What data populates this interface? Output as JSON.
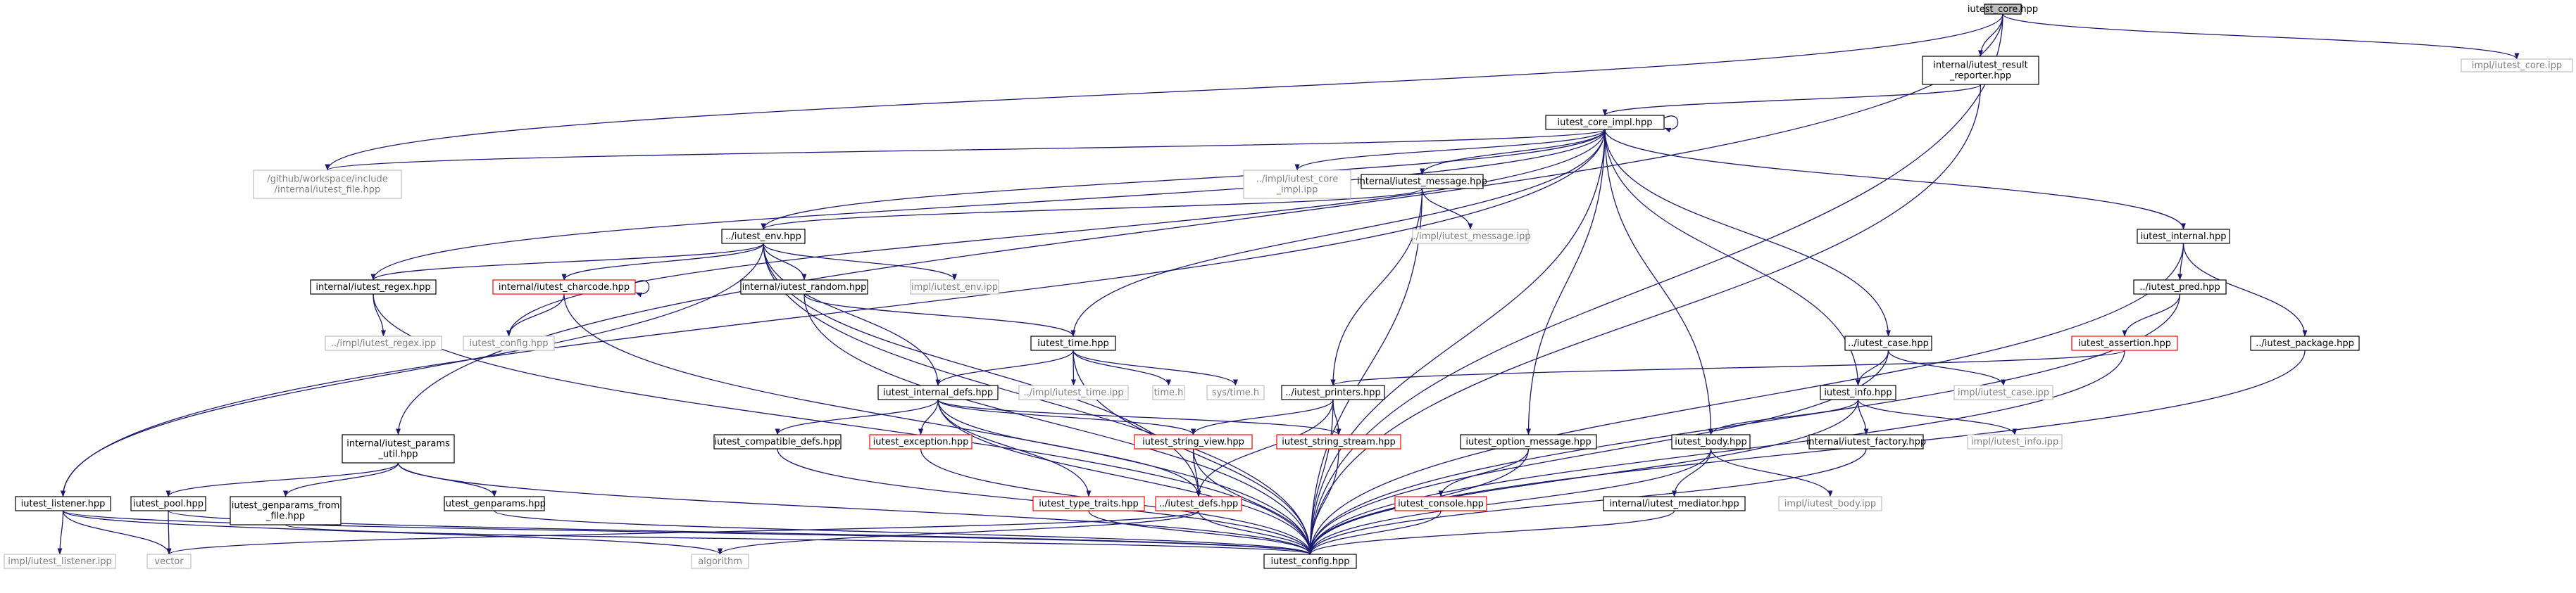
{
  "colors": {
    "edge": "#191970",
    "node_border": "#000000",
    "missing_border": "#bfbfbf",
    "missing_text": "#7f7f7f",
    "truncated_border": "#ff0000",
    "root_fill": "#bfbfbf",
    "node_fill": "#ffffff"
  },
  "nodes": [
    {
      "id": "n_root",
      "lines": [
        "iutest_core.hpp"
      ],
      "kind": "root"
    },
    {
      "id": "n_result_reporter",
      "lines": [
        "internal/iutest_result",
        "_reporter.hpp"
      ],
      "kind": "normal"
    },
    {
      "id": "n_core_ipp",
      "lines": [
        "impl/iutest_core.ipp"
      ],
      "kind": "missing"
    },
    {
      "id": "n_core_impl",
      "lines": [
        "iutest_core_impl.hpp"
      ],
      "kind": "normal"
    },
    {
      "id": "n_gh_file",
      "lines": [
        "/github/workspace/include",
        "/internal/iutest_file.hpp"
      ],
      "kind": "missing"
    },
    {
      "id": "n_core_impl_ipp",
      "lines": [
        "../impl/iutest_core",
        "_impl.ipp"
      ],
      "kind": "missing"
    },
    {
      "id": "n_message",
      "lines": [
        "internal/iutest_message.hpp"
      ],
      "kind": "normal"
    },
    {
      "id": "n_message_ipp",
      "lines": [
        "../impl/iutest_message.ipp"
      ],
      "kind": "missing"
    },
    {
      "id": "n_env",
      "lines": [
        "../iutest_env.hpp"
      ],
      "kind": "normal"
    },
    {
      "id": "n_regex",
      "lines": [
        "internal/iutest_regex.hpp"
      ],
      "kind": "normal"
    },
    {
      "id": "n_charcode",
      "lines": [
        "internal/iutest_charcode.hpp"
      ],
      "kind": "truncated"
    },
    {
      "id": "n_random",
      "lines": [
        "internal/iutest_random.hpp"
      ],
      "kind": "normal"
    },
    {
      "id": "n_env_ipp",
      "lines": [
        "impl/iutest_env.ipp"
      ],
      "kind": "missing"
    },
    {
      "id": "n_regex_ipp",
      "lines": [
        "../impl/iutest_regex.ipp"
      ],
      "kind": "missing"
    },
    {
      "id": "n_iutest_config",
      "lines": [
        "iutest_config.hpp"
      ],
      "kind": "missing"
    },
    {
      "id": "n_time",
      "lines": [
        "iutest_time.hpp"
      ],
      "kind": "normal"
    },
    {
      "id": "n_time_ipp",
      "lines": [
        "../impl/iutest_time.ipp"
      ],
      "kind": "missing"
    },
    {
      "id": "n_time_h",
      "lines": [
        "time.h"
      ],
      "kind": "missing"
    },
    {
      "id": "n_sys_time",
      "lines": [
        "sys/time.h"
      ],
      "kind": "missing"
    },
    {
      "id": "n_internal_defs",
      "lines": [
        "iutest_internal_defs.hpp"
      ],
      "kind": "normal"
    },
    {
      "id": "n_printers",
      "lines": [
        "../iutest_printers.hpp"
      ],
      "kind": "normal"
    },
    {
      "id": "n_compat",
      "lines": [
        "iutest_compatible_defs.hpp"
      ],
      "kind": "normal"
    },
    {
      "id": "n_exception",
      "lines": [
        "iutest_exception.hpp"
      ],
      "kind": "truncated"
    },
    {
      "id": "n_string_view",
      "lines": [
        "iutest_string_view.hpp"
      ],
      "kind": "truncated"
    },
    {
      "id": "n_string_stream",
      "lines": [
        "iutest_string_stream.hpp"
      ],
      "kind": "truncated"
    },
    {
      "id": "n_type_traits",
      "lines": [
        "iutest_type_traits.hpp"
      ],
      "kind": "truncated"
    },
    {
      "id": "n_defs",
      "lines": [
        "../iutest_defs.hpp"
      ],
      "kind": "truncated"
    },
    {
      "id": "n_params_util",
      "lines": [
        "internal/iutest_params",
        "_util.hpp"
      ],
      "kind": "normal"
    },
    {
      "id": "n_listener",
      "lines": [
        "iutest_listener.hpp"
      ],
      "kind": "normal"
    },
    {
      "id": "n_pool",
      "lines": [
        "iutest_pool.hpp"
      ],
      "kind": "normal"
    },
    {
      "id": "n_genparams_file",
      "lines": [
        "iutest_genparams_from",
        "_file.hpp"
      ],
      "kind": "normal"
    },
    {
      "id": "n_genparams",
      "lines": [
        "iutest_genparams.hpp"
      ],
      "kind": "normal"
    },
    {
      "id": "n_listener_ipp",
      "lines": [
        "impl/iutest_listener.ipp"
      ],
      "kind": "missing"
    },
    {
      "id": "n_vector",
      "lines": [
        "vector"
      ],
      "kind": "missing"
    },
    {
      "id": "n_algorithm",
      "lines": [
        "algorithm"
      ],
      "kind": "missing"
    },
    {
      "id": "n_config",
      "lines": [
        "iutest_config.hpp"
      ],
      "kind": "normal"
    },
    {
      "id": "n_option_message",
      "lines": [
        "iutest_option_message.hpp"
      ],
      "kind": "normal"
    },
    {
      "id": "n_console",
      "lines": [
        "iutest_console.hpp"
      ],
      "kind": "truncated"
    },
    {
      "id": "n_body",
      "lines": [
        "iutest_body.hpp"
      ],
      "kind": "normal"
    },
    {
      "id": "n_mediator",
      "lines": [
        "internal/iutest_mediator.hpp"
      ],
      "kind": "normal"
    },
    {
      "id": "n_body_ipp",
      "lines": [
        "impl/iutest_body.ipp"
      ],
      "kind": "missing"
    },
    {
      "id": "n_case",
      "lines": [
        "../iutest_case.hpp"
      ],
      "kind": "normal"
    },
    {
      "id": "n_case_ipp",
      "lines": [
        "impl/iutest_case.ipp"
      ],
      "kind": "missing"
    },
    {
      "id": "n_info",
      "lines": [
        "iutest_info.hpp"
      ],
      "kind": "normal"
    },
    {
      "id": "n_factory",
      "lines": [
        "internal/iutest_factory.hpp"
      ],
      "kind": "normal"
    },
    {
      "id": "n_info_ipp",
      "lines": [
        "impl/iutest_info.ipp"
      ],
      "kind": "missing"
    },
    {
      "id": "n_internal",
      "lines": [
        "iutest_internal.hpp"
      ],
      "kind": "normal"
    },
    {
      "id": "n_pred",
      "lines": [
        "../iutest_pred.hpp"
      ],
      "kind": "normal"
    },
    {
      "id": "n_assertion",
      "lines": [
        "iutest_assertion.hpp"
      ],
      "kind": "truncated"
    },
    {
      "id": "n_package",
      "lines": [
        "../iutest_package.hpp"
      ],
      "kind": "normal"
    }
  ],
  "edges": [
    [
      "n_root",
      "n_result_reporter"
    ],
    [
      "n_root",
      "n_core_ipp"
    ],
    [
      "n_root",
      "n_gh_file"
    ],
    [
      "n_root",
      "n_params_util"
    ],
    [
      "n_root",
      "n_config"
    ],
    [
      "n_result_reporter",
      "n_core_impl"
    ],
    [
      "n_result_reporter",
      "n_config"
    ],
    [
      "n_core_impl",
      "n_core_impl"
    ],
    [
      "n_core_impl",
      "n_gh_file"
    ],
    [
      "n_core_impl",
      "n_core_impl_ipp"
    ],
    [
      "n_core_impl",
      "n_message"
    ],
    [
      "n_core_impl",
      "n_env"
    ],
    [
      "n_core_impl",
      "n_regex"
    ],
    [
      "n_core_impl",
      "n_iutest_config"
    ],
    [
      "n_core_impl",
      "n_time"
    ],
    [
      "n_core_impl",
      "n_listener"
    ],
    [
      "n_core_impl",
      "n_option_message"
    ],
    [
      "n_core_impl",
      "n_body"
    ],
    [
      "n_core_impl",
      "n_case"
    ],
    [
      "n_core_impl",
      "n_info"
    ],
    [
      "n_core_impl",
      "n_internal"
    ],
    [
      "n_core_impl",
      "n_config"
    ],
    [
      "n_message",
      "n_message_ipp"
    ],
    [
      "n_message",
      "n_env"
    ],
    [
      "n_message",
      "n_printers"
    ],
    [
      "n_message",
      "n_config"
    ],
    [
      "n_env",
      "n_regex"
    ],
    [
      "n_env",
      "n_charcode"
    ],
    [
      "n_env",
      "n_random"
    ],
    [
      "n_env",
      "n_env_ipp"
    ],
    [
      "n_env",
      "n_listener"
    ],
    [
      "n_env",
      "n_config"
    ],
    [
      "n_env",
      "n_defs"
    ],
    [
      "n_env",
      "n_internal_defs"
    ],
    [
      "n_charcode",
      "n_charcode"
    ],
    [
      "n_charcode",
      "n_iutest_config"
    ],
    [
      "n_charcode",
      "n_config"
    ],
    [
      "n_regex",
      "n_regex_ipp"
    ],
    [
      "n_regex",
      "n_config"
    ],
    [
      "n_random",
      "n_time"
    ],
    [
      "n_random",
      "n_config"
    ],
    [
      "n_time",
      "n_time_ipp"
    ],
    [
      "n_time",
      "n_time_h"
    ],
    [
      "n_time",
      "n_sys_time"
    ],
    [
      "n_time",
      "n_internal_defs"
    ],
    [
      "n_time",
      "n_config"
    ],
    [
      "n_internal_defs",
      "n_compat"
    ],
    [
      "n_internal_defs",
      "n_exception"
    ],
    [
      "n_internal_defs",
      "n_string_view"
    ],
    [
      "n_internal_defs",
      "n_string_stream"
    ],
    [
      "n_internal_defs",
      "n_type_traits"
    ],
    [
      "n_internal_defs",
      "n_defs"
    ],
    [
      "n_internal_defs",
      "n_config"
    ],
    [
      "n_printers",
      "n_string_view"
    ],
    [
      "n_printers",
      "n_string_stream"
    ],
    [
      "n_printers",
      "n_defs"
    ],
    [
      "n_printers",
      "n_config"
    ],
    [
      "n_compat",
      "n_config"
    ],
    [
      "n_exception",
      "n_config"
    ],
    [
      "n_string_view",
      "n_defs"
    ],
    [
      "n_string_view",
      "n_config"
    ],
    [
      "n_string_stream",
      "n_config"
    ],
    [
      "n_type_traits",
      "n_config"
    ],
    [
      "n_defs",
      "n_config"
    ],
    [
      "n_defs",
      "n_vector"
    ],
    [
      "n_defs",
      "n_algorithm"
    ],
    [
      "n_params_util",
      "n_pool"
    ],
    [
      "n_params_util",
      "n_genparams_file"
    ],
    [
      "n_params_util",
      "n_genparams"
    ],
    [
      "n_params_util",
      "n_config"
    ],
    [
      "n_listener",
      "n_listener_ipp"
    ],
    [
      "n_listener",
      "n_vector"
    ],
    [
      "n_listener",
      "n_algorithm"
    ],
    [
      "n_listener",
      "n_config"
    ],
    [
      "n_pool",
      "n_vector"
    ],
    [
      "n_pool",
      "n_config"
    ],
    [
      "n_genparams_file",
      "n_config"
    ],
    [
      "n_genparams",
      "n_config"
    ],
    [
      "n_option_message",
      "n_console"
    ],
    [
      "n_option_message",
      "n_config"
    ],
    [
      "n_console",
      "n_config"
    ],
    [
      "n_body",
      "n_mediator"
    ],
    [
      "n_body",
      "n_body_ipp"
    ],
    [
      "n_body",
      "n_config"
    ],
    [
      "n_mediator",
      "n_config"
    ],
    [
      "n_case",
      "n_info"
    ],
    [
      "n_case",
      "n_case_ipp"
    ],
    [
      "n_case",
      "n_config"
    ],
    [
      "n_info",
      "n_body"
    ],
    [
      "n_info",
      "n_factory"
    ],
    [
      "n_info",
      "n_info_ipp"
    ],
    [
      "n_info",
      "n_config"
    ],
    [
      "n_factory",
      "n_config"
    ],
    [
      "n_internal",
      "n_pred"
    ],
    [
      "n_internal",
      "n_package"
    ],
    [
      "n_internal",
      "n_config"
    ],
    [
      "n_pred",
      "n_assertion"
    ],
    [
      "n_pred",
      "n_config"
    ],
    [
      "n_assertion",
      "n_printers"
    ],
    [
      "n_assertion",
      "n_config"
    ],
    [
      "n_package",
      "n_config"
    ]
  ]
}
